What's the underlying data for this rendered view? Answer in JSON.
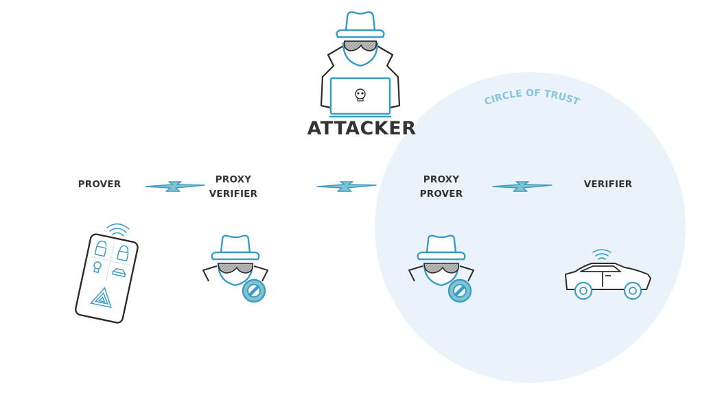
{
  "diagram": {
    "title": "Relay attack on keyless entry",
    "attacker_label": "ATTACKER",
    "circle_label": "CIRCLE OF TRUST",
    "nodes": [
      {
        "id": "prover",
        "label_lines": [
          "PROVER"
        ],
        "icon": "key-fob-icon"
      },
      {
        "id": "proxy-verifier",
        "label_lines": [
          "PROXY",
          "VERIFIER"
        ],
        "icon": "spy-blocked-icon"
      },
      {
        "id": "proxy-prover",
        "label_lines": [
          "PROXY",
          "PROVER"
        ],
        "icon": "spy-blocked-icon"
      },
      {
        "id": "verifier",
        "label_lines": [
          "VERIFIER"
        ],
        "icon": "car-icon"
      }
    ],
    "links": [
      {
        "from": "prover",
        "to": "proxy-verifier",
        "icon": "lightning-icon"
      },
      {
        "from": "proxy-verifier",
        "to": "proxy-prover",
        "icon": "lightning-icon"
      },
      {
        "from": "proxy-prover",
        "to": "verifier",
        "icon": "lightning-icon"
      }
    ],
    "colors": {
      "accent": "#3a9cc6",
      "accent_fill": "#7fc4cf",
      "text": "#333333",
      "circle_fill": "#e9f3f9",
      "circle_label": "#8cc3dc",
      "outline": "#2b2b2b"
    }
  }
}
